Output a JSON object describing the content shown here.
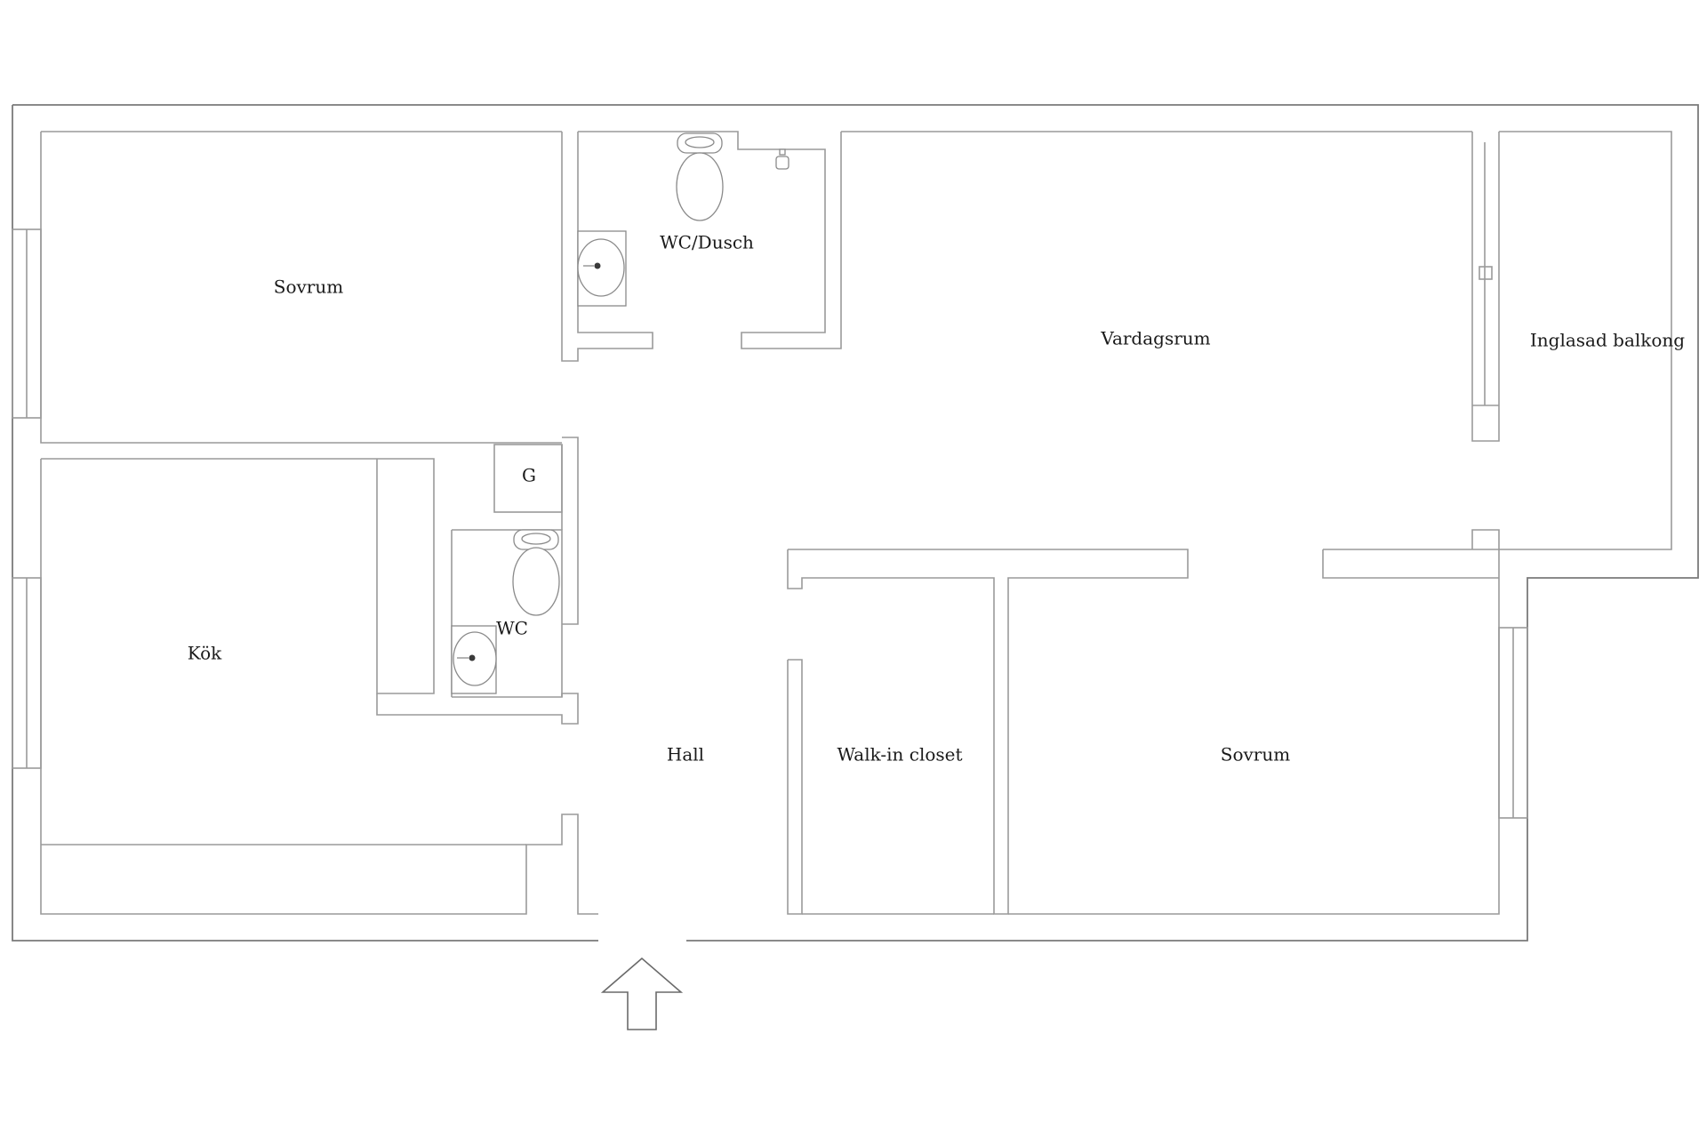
{
  "rooms": {
    "sovrum_top": "Sovrum",
    "wc_dusch": "WC/Dusch",
    "vardagsrum": "Vardagsrum",
    "inglasad_balkong": "Inglasad balkong",
    "g": "G",
    "wc": "WC",
    "kok": "Kök",
    "hall": "Hall",
    "walk_in_closet": "Walk-in closet",
    "sovrum_bottom": "Sovrum"
  },
  "colors": {
    "wall": "#9a9a9a",
    "label": "#1a1a1a",
    "background": "#ffffff"
  },
  "icons": [
    "toilet-icon",
    "sink-icon",
    "shower-head-icon",
    "entrance-arrow-icon"
  ]
}
